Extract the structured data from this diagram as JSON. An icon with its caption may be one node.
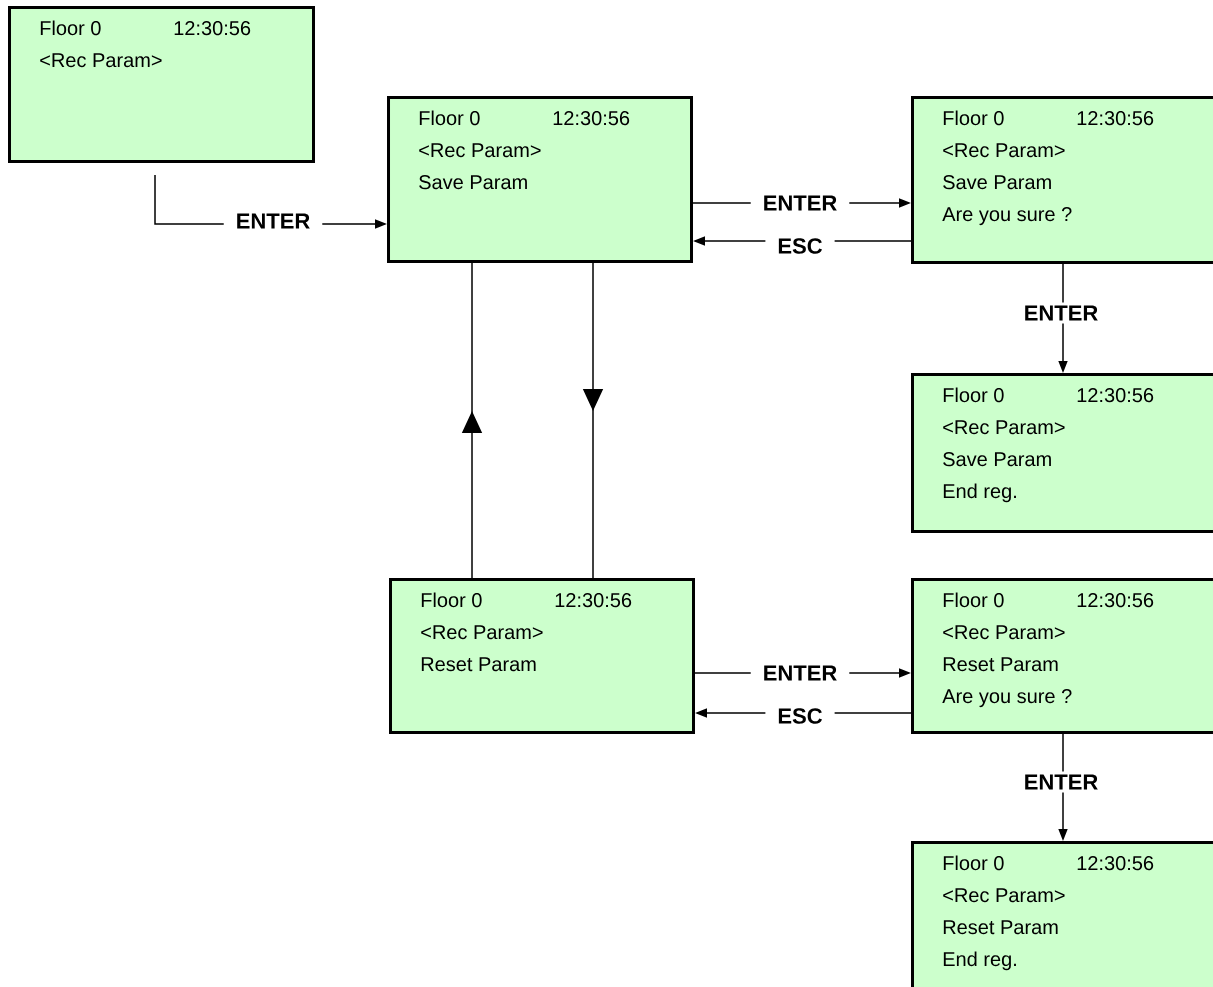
{
  "diagram": {
    "nodes": [
      {
        "text": [
          "Floor 0",
          "12:30:56",
          "<Rec Param>"
        ]
      },
      {
        "text": [
          "Floor 0",
          "12:30:56",
          "<Rec Param>",
          "Save Param"
        ]
      },
      {
        "text": [
          "Floor 0",
          "12:30:56",
          "<Rec Param>",
          "Save Param",
          "Are you sure ?"
        ]
      },
      {
        "text": [
          "Floor 0",
          "12:30:56",
          "<Rec Param>",
          "Save Param",
          "End reg."
        ]
      },
      {
        "text": [
          "Floor 0",
          "12:30:56",
          "<Rec Param>",
          "Reset Param"
        ]
      },
      {
        "text": [
          "Floor 0",
          "12:30:56",
          "<Rec Param>",
          "Reset Param",
          "Are you sure ?"
        ]
      },
      {
        "text": [
          "Floor 0",
          "12:30:56",
          "<Rec Param>",
          "Reset Param",
          "End reg."
        ]
      }
    ],
    "edges": [
      {
        "from": 0,
        "to": 1,
        "arrow": "to",
        "label": "ENTER"
      },
      {
        "from": 1,
        "to": 2,
        "arrow": "to",
        "label": "ENTER"
      },
      {
        "from": 2,
        "to": 1,
        "arrow": "to",
        "label": "ESC"
      },
      {
        "from": 2,
        "to": 3,
        "arrow": "to",
        "label": "ENTER"
      },
      {
        "from": 4,
        "to": 1,
        "arrow": "to"
      },
      {
        "from": 1,
        "to": 4,
        "arrow": "to"
      },
      {
        "from": 4,
        "to": 5,
        "arrow": "to",
        "label": "ENTER"
      },
      {
        "from": 5,
        "to": 4,
        "arrow": "to",
        "label": "ESC"
      },
      {
        "from": 5,
        "to": 6,
        "arrow": "to",
        "label": "ENTER"
      }
    ]
  }
}
